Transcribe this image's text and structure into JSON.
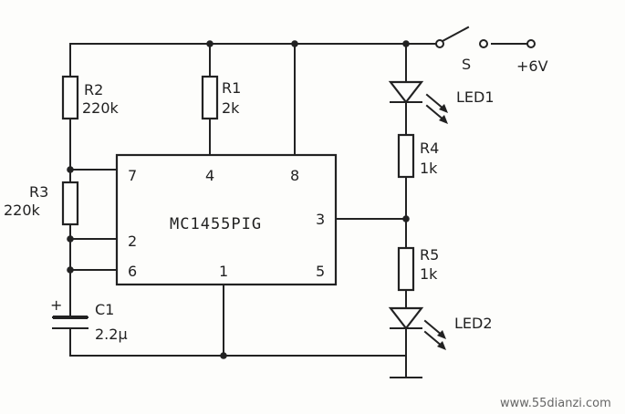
{
  "ic": {
    "name": "MC1455PIG",
    "pins": {
      "p7": "7",
      "p4": "4",
      "p8": "8",
      "p2": "2",
      "p6": "6",
      "p3": "3",
      "p1": "1",
      "p5": "5"
    }
  },
  "r1": {
    "name": "R1",
    "value": "2k"
  },
  "r2": {
    "name": "R2",
    "value": "220k"
  },
  "r3": {
    "name": "R3",
    "value": "220k"
  },
  "r4": {
    "name": "R4",
    "value": "1k"
  },
  "r5": {
    "name": "R5",
    "value": "1k"
  },
  "c1": {
    "name": "C1",
    "value": "2.2μ"
  },
  "led1": {
    "name": "LED1"
  },
  "led2": {
    "name": "LED2"
  },
  "switch": {
    "name": "S"
  },
  "supply": {
    "label": "+6V"
  },
  "watermark": "www.55dianzi.com"
}
